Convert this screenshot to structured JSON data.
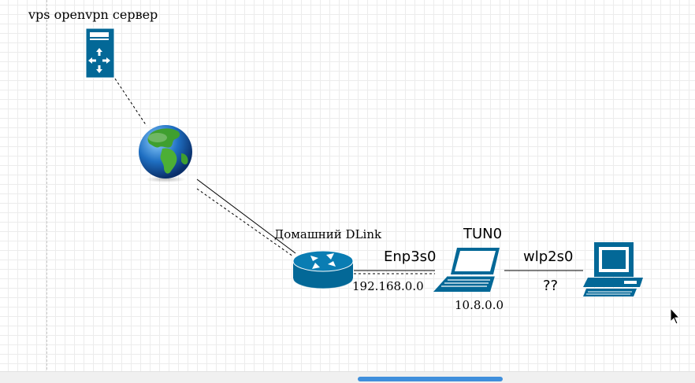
{
  "diagram": {
    "nodes": {
      "vps_server": {
        "label": "vps openvpn сервер",
        "icon": "server-icon"
      },
      "internet": {
        "icon": "globe-icon"
      },
      "router": {
        "label": "Домашний DLink",
        "icon": "router-icon"
      },
      "laptop": {
        "label": "TUN0",
        "address": "10.8.0.0",
        "icon": "laptop-icon"
      },
      "workstation": {
        "icon": "desktop-computer-icon"
      }
    },
    "links": [
      {
        "from": "vps_server",
        "to": "internet",
        "style": "dashed"
      },
      {
        "from": "internet",
        "to": "router",
        "style": "solid"
      },
      {
        "from": "internet",
        "to": "router",
        "style": "dashed"
      },
      {
        "from": "router",
        "to": "laptop",
        "label": "Enp3s0",
        "network": "192.168.0.0",
        "style": "solid"
      },
      {
        "from": "router",
        "to": "laptop",
        "style": "dashed"
      },
      {
        "from": "laptop",
        "to": "workstation",
        "label": "wlp2s0",
        "network": "??",
        "style": "solid"
      }
    ]
  },
  "colors": {
    "icon_blue": "#036897",
    "icon_white": "#ffffff",
    "scroll_thumb": "#3f8fdc"
  }
}
